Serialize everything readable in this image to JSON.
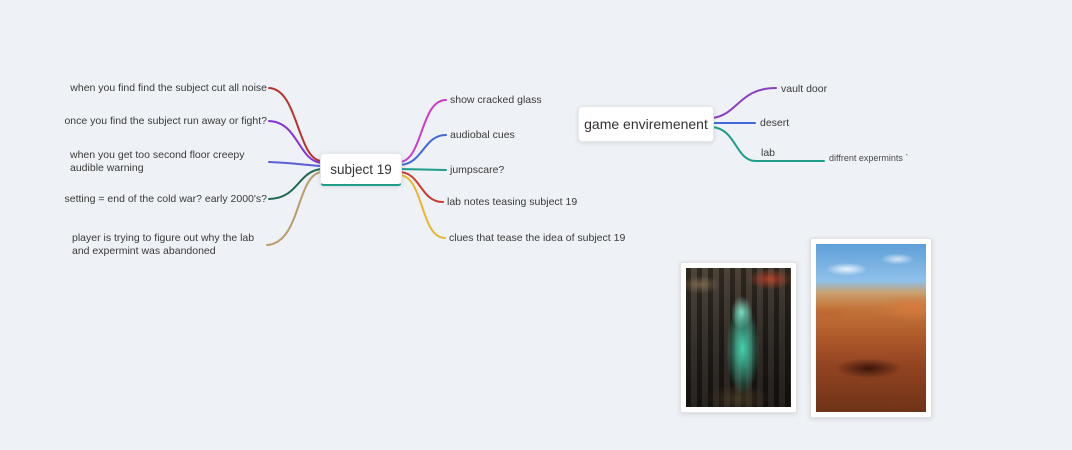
{
  "page": {
    "background": "#eef1f5"
  },
  "subject_map": {
    "root": {
      "label": "subject 19",
      "accent": "#1d9e8a"
    },
    "left": [
      {
        "label": "when you find find the subject cut all noise",
        "color": "#b5342c"
      },
      {
        "label": "once you find the subject run away or fight?",
        "color": "#8633d8"
      },
      {
        "label": "when you get too second floor creepy audible warning",
        "color": "#5b5fd6"
      },
      {
        "label": "setting = end of the cold war? early 2000's?",
        "color": "#20684f"
      },
      {
        "label": "player is trying to figure out why the lab and expermint was abandoned",
        "color": "#b99d6b"
      }
    ],
    "right": [
      {
        "label": "show cracked glass",
        "color": "#c93ec9"
      },
      {
        "label": "audiobal cues",
        "color": "#3f6ad8"
      },
      {
        "label": "jumpscare?",
        "color": "#1d9e8a"
      },
      {
        "label": "lab notes teasing subject 19",
        "color": "#cc3b33"
      },
      {
        "label": "clues that tease the idea of subject 19",
        "color": "#e8b830"
      }
    ]
  },
  "environment_map": {
    "root": {
      "label": "game enviremenent"
    },
    "branches": [
      {
        "label": "vault door",
        "color": "#8e3fc0"
      },
      {
        "label": "desert",
        "color": "#3f6ad8"
      },
      {
        "label": "lab",
        "color": "#1d9e8a"
      }
    ],
    "lab_child": {
      "label": "diffrent expermints `",
      "color": "#1d9e8a"
    }
  }
}
